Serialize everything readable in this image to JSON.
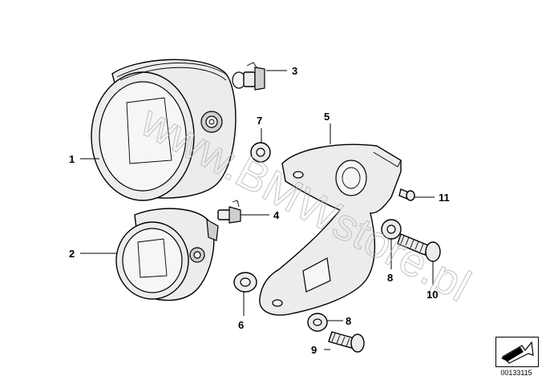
{
  "callouts": {
    "c1": "1",
    "c2": "2",
    "c3": "3",
    "c4": "4",
    "c5": "5",
    "c6": "6",
    "c7": "7",
    "c8a": "8",
    "c8b": "8",
    "c9": "9",
    "c10": "10",
    "c11": "11"
  },
  "watermark": "www.BMWstore.pl",
  "reference_number": "00133115"
}
